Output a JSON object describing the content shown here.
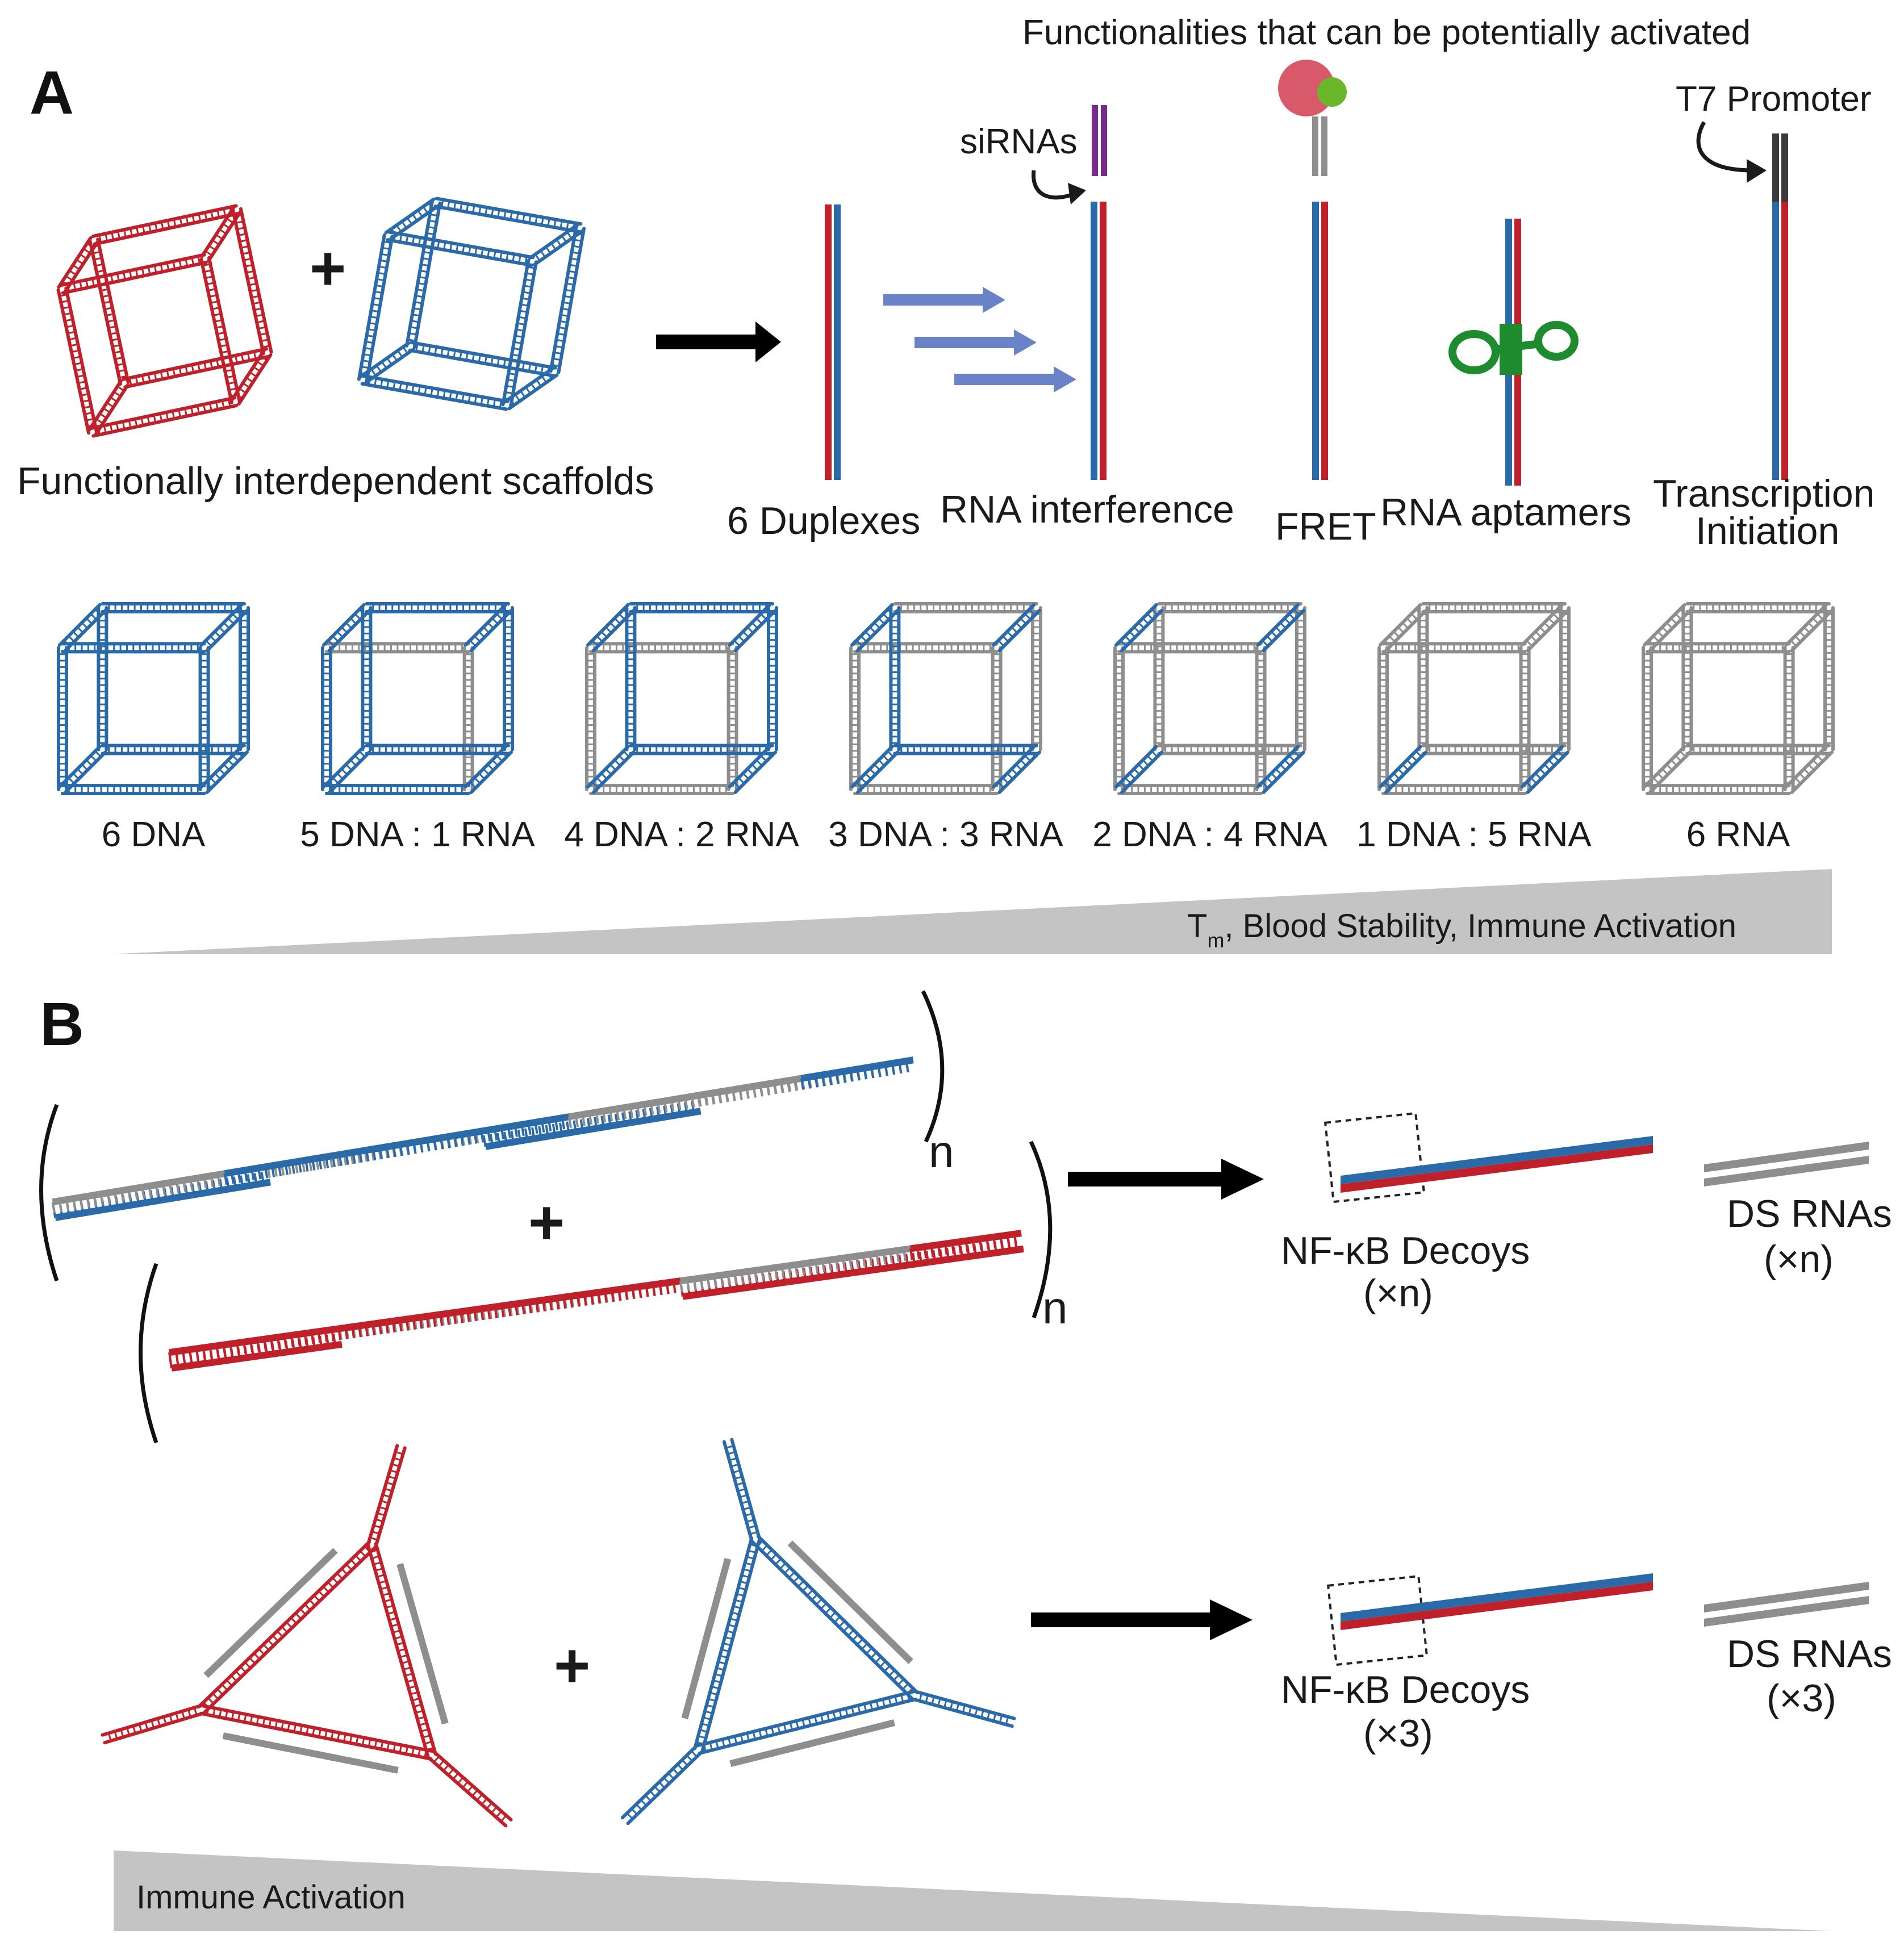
{
  "panel_a": {
    "letter": "A",
    "header": "Functionalities that can be potentially activated",
    "scaffolds_caption": "Functionally interdependent scaffolds",
    "plus": "+",
    "duplexes_label": "6 Duplexes",
    "functions": [
      {
        "name": "RNA interference"
      },
      {
        "name": "FRET"
      },
      {
        "name": "RNA aptamers"
      },
      {
        "name_line1": "Transcription",
        "name_line2": "Initiation"
      }
    ],
    "sirnas_label": "siRNAs",
    "t7_label": "T7 Promoter",
    "cube_series": [
      {
        "label": "6 DNA",
        "rna_edges": 0
      },
      {
        "label": "5 DNA : 1 RNA",
        "rna_edges": 1
      },
      {
        "label": "4 DNA : 2 RNA",
        "rna_edges": 2
      },
      {
        "label": "3 DNA : 3 RNA",
        "rna_edges": 3
      },
      {
        "label": "2 DNA : 4 RNA",
        "rna_edges": 4
      },
      {
        "label": "1 DNA : 5 RNA",
        "rna_edges": 5
      },
      {
        "label": "6 RNA",
        "rna_edges": 6
      }
    ],
    "gradient_main": "T",
    "gradient_sub": "m",
    "gradient_rest": ", Blood Stability, Immune Activation"
  },
  "panel_b": {
    "letter": "B",
    "n_label": "n",
    "plus": "+",
    "decoys_n_line1": "NF-κB Decoys",
    "decoys_n_line2": "(×n)",
    "dsrna_n_line1": "DS RNAs",
    "dsrna_n_line2": "(×n)",
    "decoys_3_line1": "NF-κB Decoys",
    "decoys_3_line2": "(×3)",
    "dsrna_3_line1": "DS RNAs",
    "dsrna_3_line2": "(×3)",
    "gradient_text": "Immune Activation"
  },
  "colors": {
    "red": "#c0202a",
    "blue": "#2a6aa8",
    "gray": "#8e8e8e",
    "purple": "#7a2a8c",
    "green": "#1e8c2e",
    "arrow_blue": "#6a82c8",
    "gradient_gray": "#c4c4c4"
  }
}
